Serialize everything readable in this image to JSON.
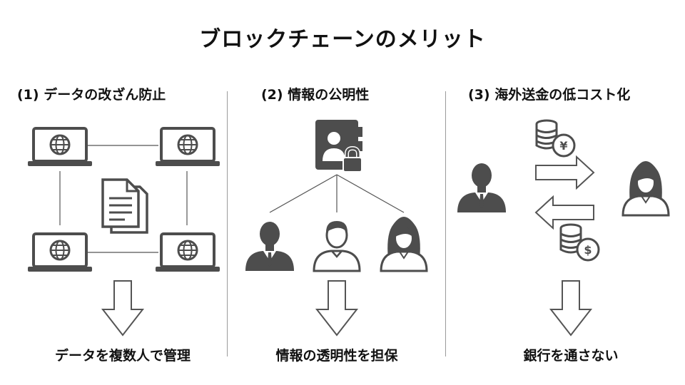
{
  "title": "ブロックチェーンのメリット",
  "columns": [
    {
      "heading": "(1)  データの改ざん防止",
      "result": "データを複数人で管理"
    },
    {
      "heading": "(2)  情報の公明性",
      "result": "情報の透明性を担保"
    },
    {
      "heading": "(3)  海外送金の低コスト化",
      "result": "銀行を通さない"
    }
  ],
  "icons": {
    "computers": [
      "laptop-globe-icon",
      "laptop-globe-icon",
      "laptop-globe-icon",
      "laptop-globe-icon"
    ],
    "shared_document": "documents-icon",
    "protected_profile": "profile-lock-icon",
    "people": [
      "businessman-icon",
      "man-icon",
      "woman-icon"
    ],
    "remittance": [
      "yen-coins-icon",
      "dollar-coins-icon",
      "arrow-right-icon",
      "arrow-left-icon",
      "businessman-icon",
      "woman-icon"
    ],
    "outcome_arrows": "arrow-down-icon"
  },
  "colors": {
    "icon_dark": "#4d4d4d",
    "line": "#555555",
    "divider": "#9a9a9a"
  }
}
